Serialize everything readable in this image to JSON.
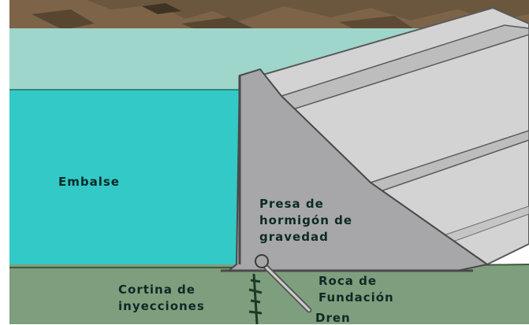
{
  "labels": {
    "reservoir": "Embalse",
    "dam": "Presa de\nhormigón de\ngravedad",
    "grout_curtain": "Cortina de\ninyecciones",
    "foundation_rock": "Roca de\nFundación",
    "drain": "Dren"
  },
  "colors": {
    "rock_top": "#6b563e",
    "water_far": "#9fd6cc",
    "water_near": "#32c9c6",
    "ground": "#7e9f7d",
    "dam_section": "#a7a7a9",
    "dam_face": "#d3d3d3",
    "label_text": "#0c2a26"
  }
}
